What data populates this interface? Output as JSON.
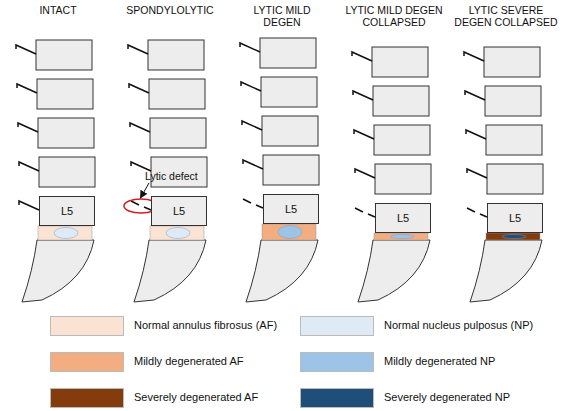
{
  "diagram": {
    "nodes": [
      {
        "text": [
          "L5"
        ]
      },
      {
        "text": [
          "L5"
        ]
      },
      {
        "text": [
          "L5"
        ]
      },
      {
        "text": [
          "L5"
        ]
      },
      {
        "text": [
          "L5"
        ]
      }
    ],
    "labels": [
      "INTACT",
      "SPONDYLOLYTIC",
      "LYTIC MILD DEGEN",
      "LYTIC MILD DEGEN COLLAPSED",
      "LYTIC SEVERE DEGEN COLLAPSED",
      "Lytic defect"
    ],
    "legend": [
      {
        "text": "Normal annulus fibrosus (AF)",
        "color": "#fbe3d4"
      },
      {
        "text": "Mildly degenerated AF",
        "color": "#f2ae80"
      },
      {
        "text": "Severely degenerated AF",
        "color": "#843c0c"
      },
      {
        "text": "Normal nucleus pulposus (NP)",
        "color": "#deebf7"
      },
      {
        "text": "Mildly degenerated NP",
        "color": "#9dc3e6"
      },
      {
        "text": "Severely degenerated NP",
        "color": "#1f4e79"
      }
    ]
  }
}
